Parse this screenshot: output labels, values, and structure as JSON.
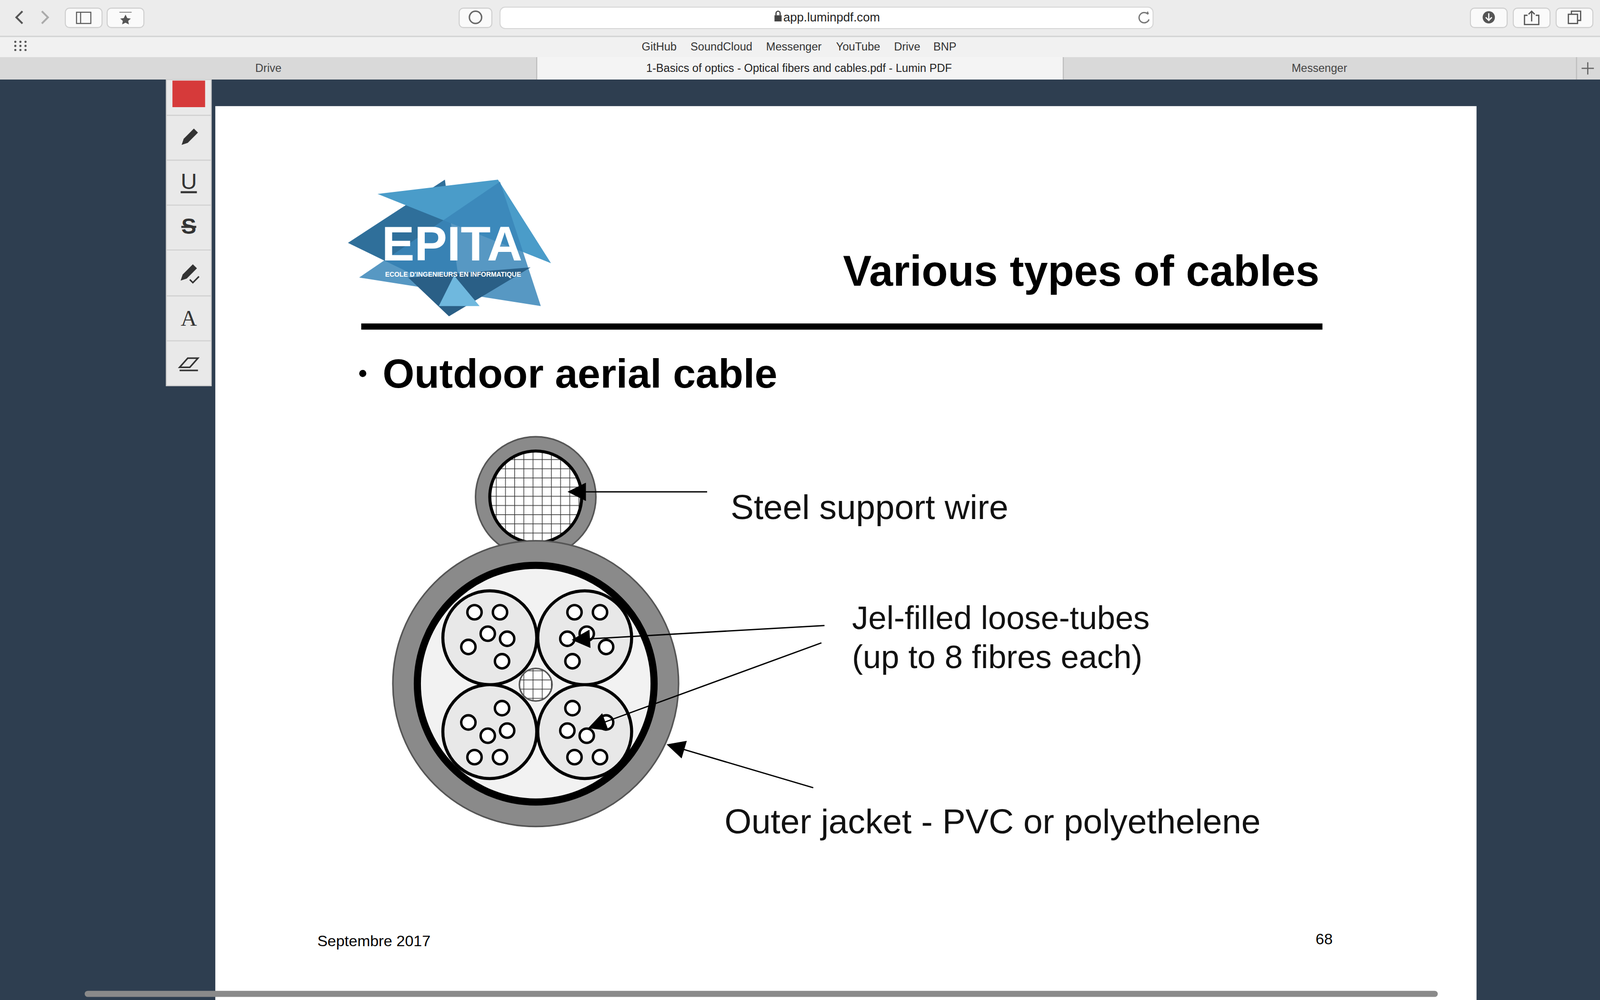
{
  "diagram": {
    "title": "Various types of cables",
    "labels": [
      "app.luminpdf.com",
      "GitHub",
      "SoundCloud",
      "Messenger",
      "YouTube",
      "Drive",
      "BNP",
      "Drive",
      "1-Basics of optics - Optical fibers and cables.pdf - Lumin PDF",
      "Messenger",
      "U",
      "S",
      "A",
      "EPITA",
      "ECOLE D'INGENIEURS EN INFORMATIQUE",
      "Outdoor aerial cable",
      "Steel support wire",
      "Jel-filled loose-tubes (up to 8 fibres each)",
      "Outer jacket - PVC or polyethelene",
      "Septembre 2017",
      "68"
    ]
  }
}
